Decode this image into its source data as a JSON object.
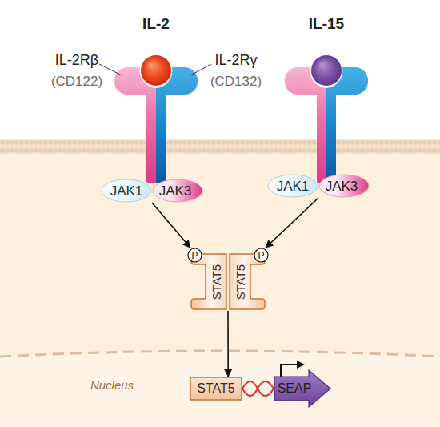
{
  "diagram": {
    "nodes": [
      {
        "text": [
          "IL-2"
        ]
      },
      {
        "text": [
          "JAK1"
        ]
      },
      {
        "text": [
          "JAK3"
        ]
      },
      {
        "text": [
          "IL-15"
        ]
      },
      {
        "text": [
          "JAK1"
        ]
      },
      {
        "text": [
          "JAK3"
        ]
      },
      {
        "text": [
          "P"
        ]
      },
      {
        "text": [
          "P"
        ]
      },
      {
        "text": [
          "STAT5"
        ]
      },
      {
        "text": [
          "STAT5"
        ]
      },
      {
        "text": [
          "Nucleus"
        ]
      },
      {
        "text": [
          "STAT5"
        ],
        "in": 10
      },
      {
        "text": [
          "SEAP"
        ],
        "in": 10
      }
    ],
    "edges": [
      {
        "from": 1,
        "to": 6,
        "arrow": "to"
      },
      {
        "from": 4,
        "to": 7,
        "arrow": "to"
      },
      {
        "from": 8,
        "to": 11,
        "arrow": "to"
      }
    ],
    "labels": [
      "IL-2Rβ",
      "(CD122)",
      "IL-2Rγ",
      "(CD132)"
    ]
  }
}
